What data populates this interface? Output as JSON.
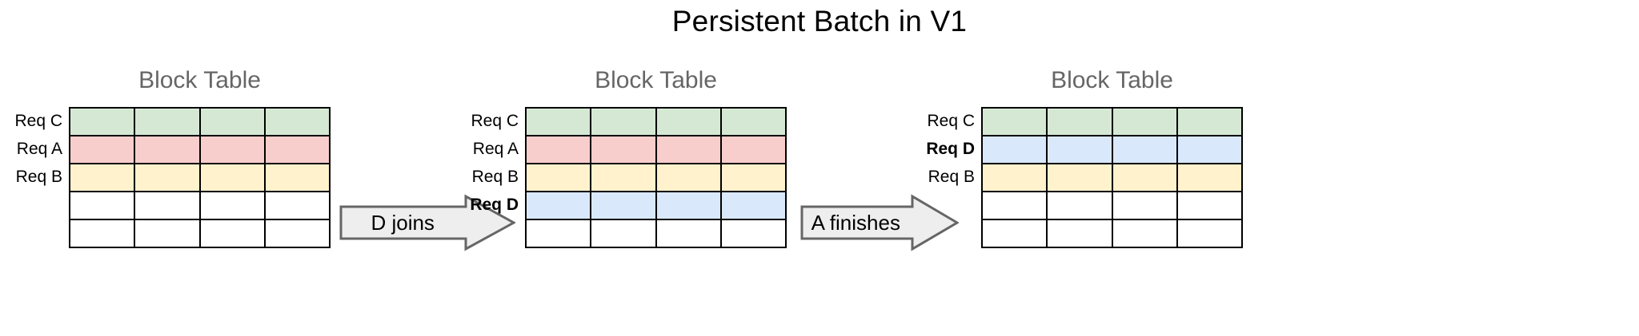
{
  "title": "Persistent Batch in V1",
  "colors": {
    "green": "#d5e8d4",
    "red": "#f8cecc",
    "yellow": "#fff2cc",
    "blue": "#dae8fc",
    "empty": "#ffffff",
    "border": "#000000",
    "caption_text": "#666666",
    "arrow_fill": "#eeeeee",
    "arrow_stroke": "#666666"
  },
  "tables": [
    {
      "caption": "Block Table",
      "columns": 4,
      "rows": [
        {
          "label": "Req C",
          "color": "green",
          "bold": false,
          "filled": true
        },
        {
          "label": "Req A",
          "color": "red",
          "bold": false,
          "filled": true
        },
        {
          "label": "Req B",
          "color": "yellow",
          "bold": false,
          "filled": true
        },
        {
          "label": "",
          "color": "empty",
          "bold": false,
          "filled": false
        },
        {
          "label": "",
          "color": "empty",
          "bold": false,
          "filled": false
        }
      ]
    },
    {
      "caption": "Block Table",
      "columns": 4,
      "rows": [
        {
          "label": "Req C",
          "color": "green",
          "bold": false,
          "filled": true
        },
        {
          "label": "Req A",
          "color": "red",
          "bold": false,
          "filled": true
        },
        {
          "label": "Req B",
          "color": "yellow",
          "bold": false,
          "filled": true
        },
        {
          "label": "Req D",
          "color": "blue",
          "bold": true,
          "filled": true
        },
        {
          "label": "",
          "color": "empty",
          "bold": false,
          "filled": false
        }
      ]
    },
    {
      "caption": "Block Table",
      "columns": 4,
      "rows": [
        {
          "label": "Req C",
          "color": "green",
          "bold": false,
          "filled": true
        },
        {
          "label": "Req D",
          "color": "blue",
          "bold": true,
          "filled": true
        },
        {
          "label": "Req B",
          "color": "yellow",
          "bold": false,
          "filled": true
        },
        {
          "label": "",
          "color": "empty",
          "bold": false,
          "filled": false
        },
        {
          "label": "",
          "color": "empty",
          "bold": false,
          "filled": false
        }
      ]
    }
  ],
  "arrows": [
    {
      "label": "D joins",
      "direction": "right"
    },
    {
      "label": "A finishes",
      "direction": "right"
    }
  ]
}
